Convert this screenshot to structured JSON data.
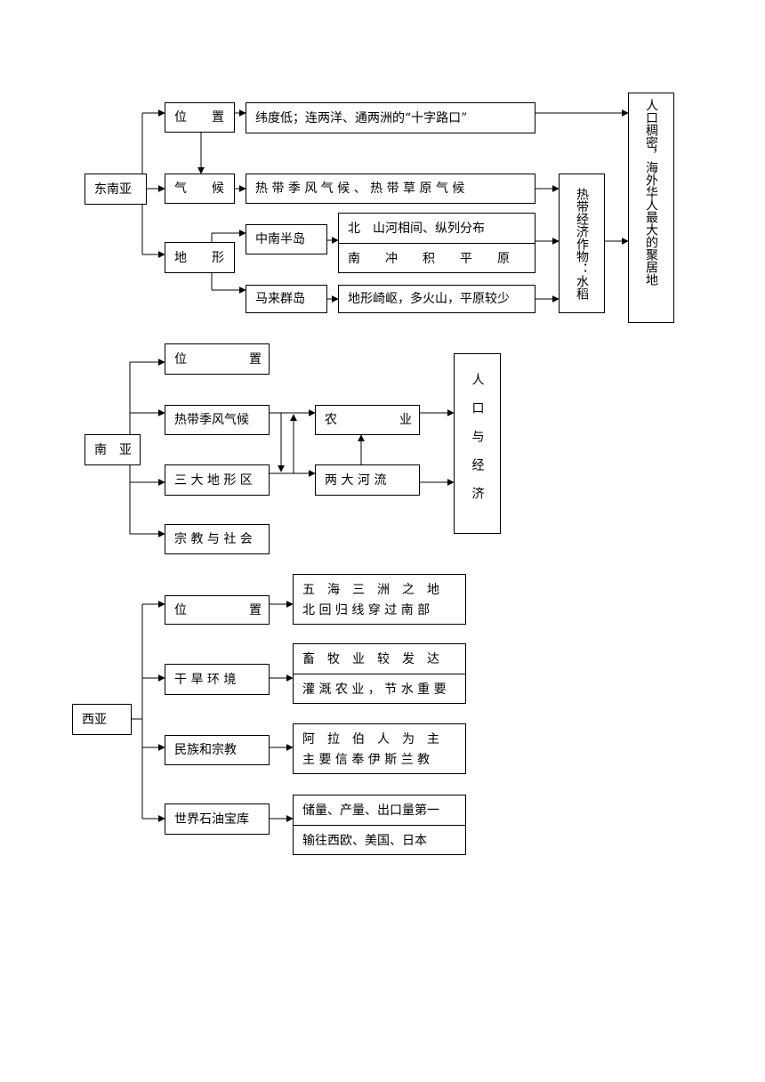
{
  "southeast_asia": {
    "root": "东南亚",
    "location": "位　　置",
    "location_desc": "纬度低；连两洋、通两洲的“十字路口”",
    "climate": "气　　候",
    "climate_desc": "热 带 季 风 气 候 、 热 带 草 原 气 候",
    "terrain": "地　　形",
    "indochina": "中南半岛",
    "indochina_north": "北　山河相间、纵列分布",
    "indochina_south": "南　　冲　　积　　平　　原",
    "malay": "马来群岛",
    "malay_desc": "地形崎岖，多火山，平原较少",
    "crops": "热带经济作物：水稻",
    "result": "人口稠密，海外华人最大的聚居地"
  },
  "south_asia": {
    "root": "南　亚",
    "location": "位　　　　　置",
    "climate": "热带季风气候",
    "terrain": "三 大 地 形 区",
    "religion": "宗 教 与 社 会",
    "agriculture": "农　　　　　业",
    "rivers": "两 大 河 流",
    "result": "人口与经济"
  },
  "west_asia": {
    "root": "西亚",
    "location": "位　　　　　置",
    "location_desc": [
      "五　海　三　洲　之　地",
      "北 回 归 线 穿 过 南 部"
    ],
    "arid": "干 旱 环 境",
    "arid_desc": [
      "畜　牧　业　较　发　达",
      "灌 溉 农 业 ， 节 水 重 要"
    ],
    "ethnic": "民族和宗教",
    "ethnic_desc": [
      "阿　拉　伯　人　为　主",
      "主 要 信 奉 伊 斯 兰 教"
    ],
    "oil": "世界石油宝库",
    "oil_desc": [
      "储量、产量、出口量第一",
      "输往西欧、美国、日本"
    ]
  }
}
